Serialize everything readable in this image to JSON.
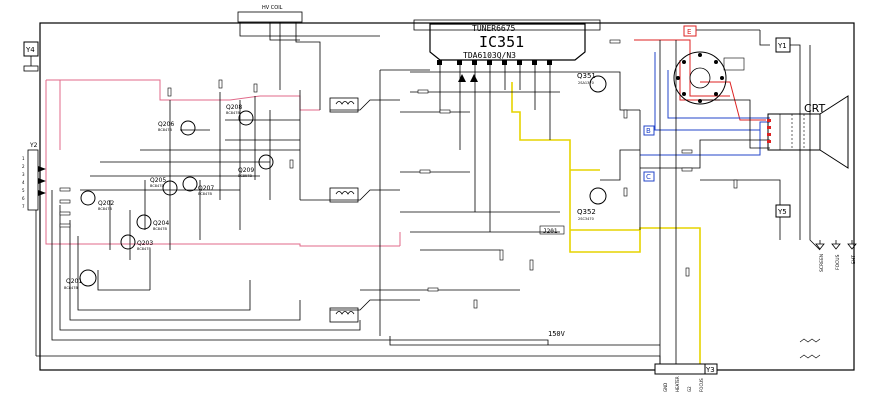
{
  "ic": {
    "frame_label": "TUNER6675",
    "name": "IC351",
    "part": "TDA6103Q/N3"
  },
  "connectors": {
    "y4": "Y4",
    "y1": "Y1",
    "y5": "Y5",
    "y3": "Y3",
    "e": "E",
    "b": "B",
    "c": "C",
    "top_coil": "HV COIL"
  },
  "crt": {
    "label": "CRT"
  },
  "left_connector": {
    "header": "Y2",
    "pins": [
      "1",
      "2",
      "3",
      "4",
      "5",
      "6",
      "7"
    ]
  },
  "transistors": [
    {
      "ref": "Q201",
      "part": "BC847B"
    },
    {
      "ref": "Q202",
      "part": "BC847B"
    },
    {
      "ref": "Q203",
      "part": "BC847B"
    },
    {
      "ref": "Q204",
      "part": "BC847B"
    },
    {
      "ref": "Q205",
      "part": "BC847B"
    },
    {
      "ref": "Q206",
      "part": "BC847B"
    },
    {
      "ref": "Q207",
      "part": "BC847B"
    },
    {
      "ref": "Q208",
      "part": "BC847B"
    },
    {
      "ref": "Q209",
      "part": "BC857B"
    },
    {
      "ref": "Q351",
      "part": "2SA1370"
    },
    {
      "ref": "Q352",
      "part": "2SC3470"
    }
  ],
  "labels": {
    "v150": "150V",
    "j201": "J201",
    "bottom_right_pins": [
      "GND",
      "HEATER",
      "G2",
      "FOCUS"
    ],
    "right_terminals": [
      "SCREEN",
      "FOCUS",
      "EHT"
    ]
  }
}
